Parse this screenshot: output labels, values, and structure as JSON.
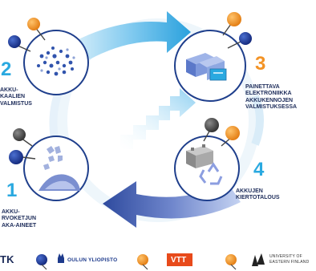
{
  "steps": [
    {
      "number": "2",
      "label_lines": [
        "AKKU-",
        "KAALIEN",
        "VALMISTUS"
      ]
    },
    {
      "number": "3",
      "label_lines": [
        "PAINETTAVA",
        "ELEKTRONIIKKA",
        "AKKUKENNOJEN",
        "VALMISTUKSESSA"
      ]
    },
    {
      "number": "4",
      "label_lines": [
        "AKKUJEN",
        "KIERTOTALOUS"
      ]
    },
    {
      "number": "1",
      "label_lines": [
        "AKKU-",
        "RVOKETJUN",
        "AKA-AINEET"
      ]
    }
  ],
  "colors": {
    "navy": "#1f3f8c",
    "orange": "#f39325",
    "gray": "#5a5a5a",
    "cyan": "#2aa9e0",
    "number_green": "#2aa9e0"
  },
  "logos": {
    "partial_left": "TK",
    "oulu": "OULUN YLIOPISTO",
    "vtt": "VTT",
    "ueaf_line1": "UNIVERSITY OF",
    "ueaf_line2": "EASTERN FINLAND"
  },
  "icons": [
    "oulu-crown-icon",
    "recycle-icon",
    "battery-icon",
    "layers-icon",
    "pin-icon"
  ]
}
